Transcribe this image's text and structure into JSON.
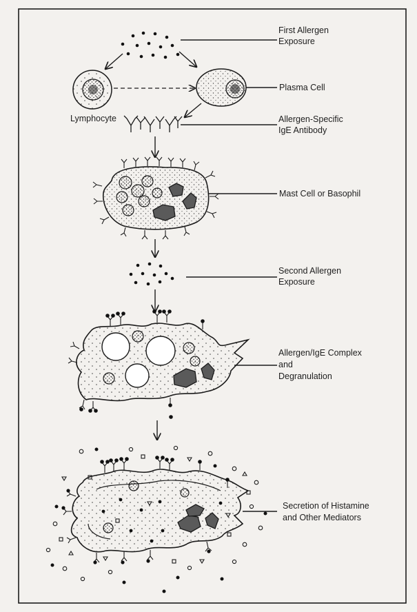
{
  "labels": {
    "first_allergen_line1": "First Allergen",
    "first_allergen_line2": "Exposure",
    "lymphocyte": "Lymphocyte",
    "plasma_cell": "Plasma Cell",
    "ige_line1": "Allergen-Specific",
    "ige_line2": "IgE Antibody",
    "mast_cell": "Mast Cell or Basophil",
    "second_allergen_line1": "Second Allergen",
    "second_allergen_line2": "Exposure",
    "complex_line1": "Allergen/IgE Complex",
    "complex_line2": "and",
    "complex_line3": "Degranulation",
    "secretion_line1": "Secretion of Histamine",
    "secretion_line2": "and Other Mediators"
  }
}
